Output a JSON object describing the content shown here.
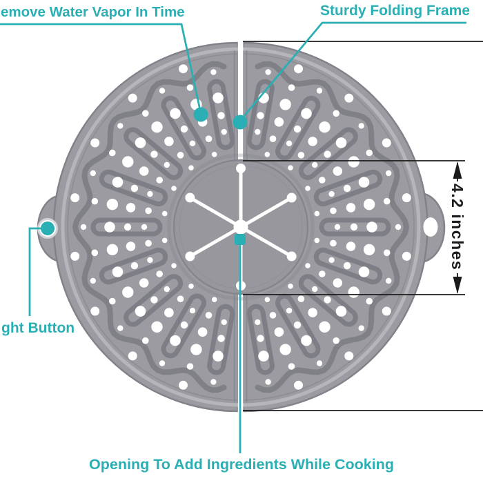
{
  "colors": {
    "accent_teal": "#29AFB4",
    "measure_black": "#1B1B1B",
    "body_gray": "#9B9BA1",
    "pattern_gray": "#7E7E86",
    "rim_light": "#B8B8BD",
    "center_gray": "#97979D",
    "edge_gray": "#82828A",
    "hole_white": "#FFFFFF",
    "hole_ring_gray": "#D4D4D8"
  },
  "annotations": {
    "top_left": {
      "label": "emove Water Vapor In Time"
    },
    "top_right": {
      "label": "Sturdy Folding Frame"
    },
    "left": {
      "label": "ght Button"
    },
    "bottom": {
      "label": "Opening To Add Ingredients While Cooking"
    },
    "measurement": {
      "label": "4.2 inches"
    }
  }
}
